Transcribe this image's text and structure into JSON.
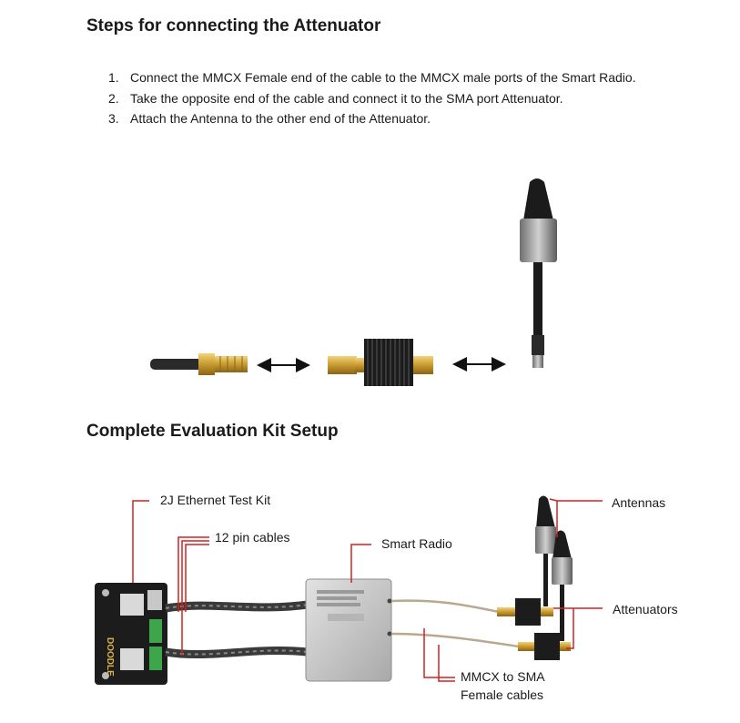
{
  "section1": {
    "title": "Steps for connecting the Attenuator",
    "steps": [
      {
        "num": "1.",
        "text": "Connect the MMCX Female end of the cable to the MMCX male ports of the Smart Radio."
      },
      {
        "num": "2.",
        "text": "Take the opposite end of the cable and connect it to the SMA port Attenuator."
      },
      {
        "num": "3.",
        "text": "Attach the Antenna to the other end of the Attenuator."
      }
    ]
  },
  "section2": {
    "title": "Complete Evaluation Kit Setup",
    "labels": {
      "ethernet_kit": "2J Ethernet Test Kit",
      "pin_cables": "12 pin cables",
      "smart_radio": "Smart Radio",
      "antennas": "Antennas",
      "attenuators": "Attenuators",
      "mmcx_line1": "MMCX to SMA",
      "mmcx_line2": "Female cables"
    }
  },
  "colors": {
    "callout": "#d22020",
    "heading": "#1a1a1a"
  }
}
